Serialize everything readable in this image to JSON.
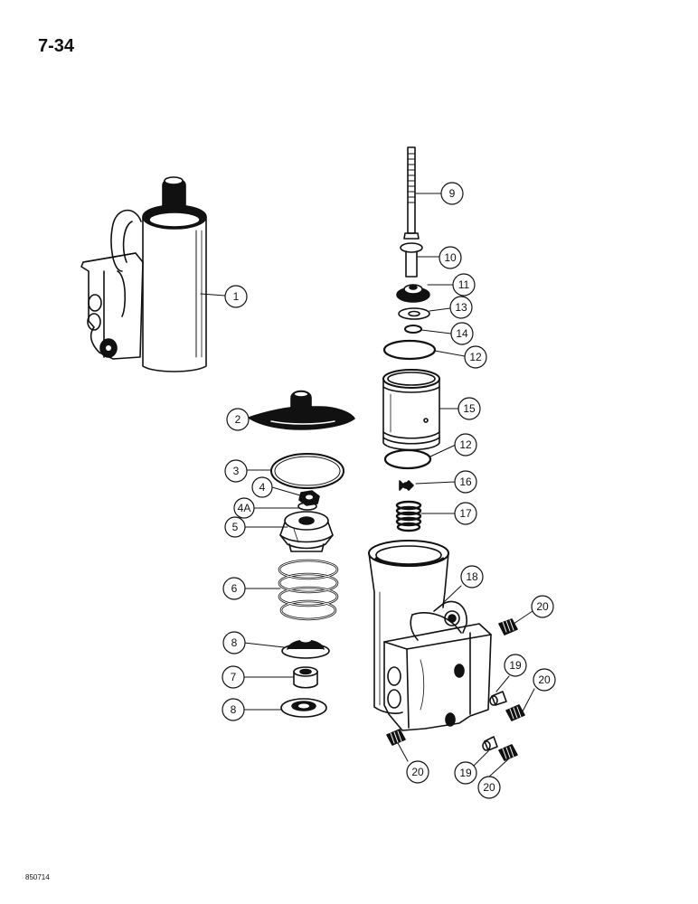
{
  "page_number": "7-34",
  "drawing_code": "850714",
  "callouts": [
    {
      "id": "c1",
      "label": "1"
    },
    {
      "id": "c2",
      "label": "2"
    },
    {
      "id": "c3",
      "label": "3"
    },
    {
      "id": "c4",
      "label": "4"
    },
    {
      "id": "c4a",
      "label": "4A"
    },
    {
      "id": "c5",
      "label": "5"
    },
    {
      "id": "c6",
      "label": "6"
    },
    {
      "id": "c8a",
      "label": "8"
    },
    {
      "id": "c7",
      "label": "7"
    },
    {
      "id": "c8b",
      "label": "8"
    },
    {
      "id": "c9",
      "label": "9"
    },
    {
      "id": "c10",
      "label": "10"
    },
    {
      "id": "c11",
      "label": "11"
    },
    {
      "id": "c13",
      "label": "13"
    },
    {
      "id": "c14",
      "label": "14"
    },
    {
      "id": "c12a",
      "label": "12"
    },
    {
      "id": "c15",
      "label": "15"
    },
    {
      "id": "c12b",
      "label": "12"
    },
    {
      "id": "c16",
      "label": "16"
    },
    {
      "id": "c17",
      "label": "17"
    },
    {
      "id": "c18",
      "label": "18"
    },
    {
      "id": "c20a",
      "label": "20"
    },
    {
      "id": "c19a",
      "label": "19"
    },
    {
      "id": "c20b",
      "label": "20"
    },
    {
      "id": "c20c",
      "label": "20"
    },
    {
      "id": "c19b",
      "label": "19"
    },
    {
      "id": "c20d",
      "label": "20"
    }
  ]
}
